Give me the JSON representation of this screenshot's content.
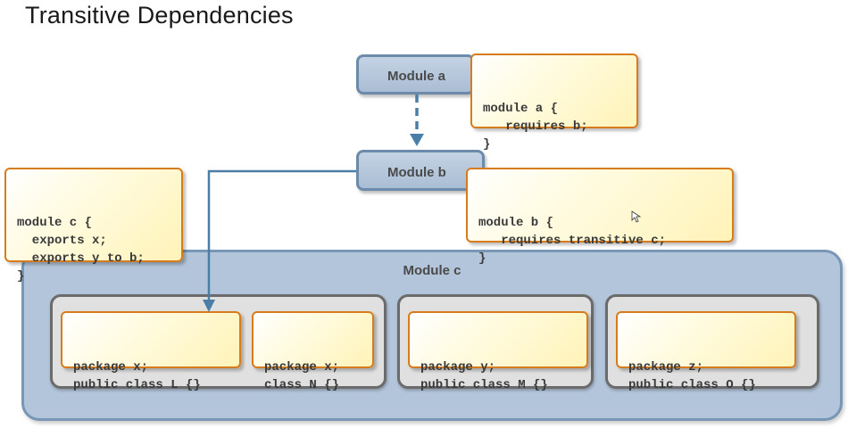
{
  "title": "Transitive Dependencies",
  "modules": {
    "a": {
      "label": "Module a"
    },
    "b": {
      "label": "Module b"
    },
    "c": {
      "label": "Module c"
    }
  },
  "notes": {
    "a": [
      "module a {",
      "   requires b;",
      "}"
    ],
    "b": [
      "module b {",
      "   requires transitive c;",
      "}"
    ],
    "c": [
      "module c {",
      "  exports x;",
      "  exports y to b;",
      "}"
    ]
  },
  "packages": {
    "l": [
      "package x;",
      "public class L {}"
    ],
    "n": [
      "package x;",
      "class N {}"
    ],
    "m": [
      "package y;",
      "public class M {}"
    ],
    "o": [
      "package z;",
      "public class O {}"
    ]
  },
  "colors": {
    "module_fill": "#b3c5da",
    "module_border": "#6c8aa9",
    "arrow": "#4a7ea6",
    "note_border": "#d67c1c",
    "group_fill": "#e0e0e0",
    "group_border": "#6b6b6b"
  }
}
